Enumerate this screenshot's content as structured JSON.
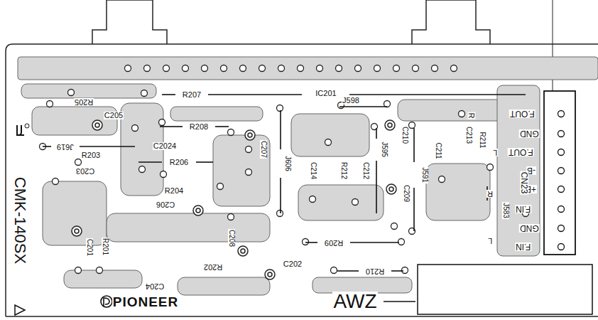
{
  "diagram": {
    "labels": [
      "R207",
      "IC201",
      "R205",
      "C205",
      "J598",
      "F.OUT",
      "R",
      "GND",
      "F.OUT",
      "L",
      "-B",
      "+B",
      "F.IN",
      "R",
      "GND",
      "F.IN",
      "L",
      "CN23",
      "C213",
      "R211",
      "C211",
      "J591",
      "J583",
      "C210",
      "J595",
      "C209",
      "C212",
      "R212",
      "C214",
      "J606",
      "C207",
      "R208",
      "J619",
      "C2024",
      "R206",
      "R203",
      "C203",
      "R204",
      "C206",
      "C208",
      "R209",
      "R210",
      "C202",
      "R202",
      "C204",
      "C201",
      "R201",
      "PIONEER",
      "AWZ",
      "CMK-140SX"
    ]
  }
}
